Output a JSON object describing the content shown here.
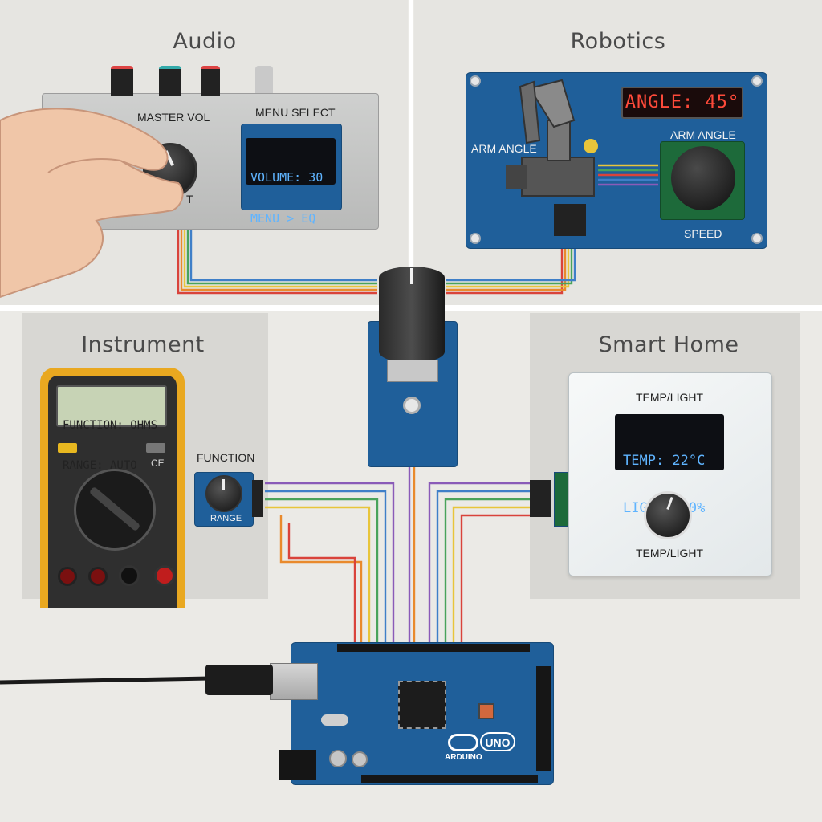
{
  "panels": {
    "audio": {
      "title": "Audio",
      "knob_label": "MASTER VOL",
      "screen_label": "MENU SELECT",
      "screen_lines": [
        "VOLUME: 30",
        "MENU > EQ"
      ],
      "partial_label": "T"
    },
    "robotics": {
      "title": "Robotics",
      "display": "ANGLE: 45°",
      "left_label": "ARM ANGLE",
      "knob_top_label": "ARM ANGLE",
      "knob_bottom_label": "SPEED"
    },
    "instrument": {
      "title": "Instrument",
      "screen_lines": [
        "FUNCTION: OHMS",
        "RANGE: AUTO"
      ],
      "knob_top_label": "FUNCTION",
      "knob_bottom_label": "RANGE",
      "ce_mark": "CE"
    },
    "smart_home": {
      "title": "Smart Home",
      "top_label": "TEMP/LIGHT",
      "screen_lines": [
        "TEMP: 22°C",
        "LIGHT: 60%"
      ],
      "bottom_label": "TEMP/LIGHT"
    }
  },
  "board": {
    "logo_text": "UNO",
    "brand_text": "ARDUINO"
  },
  "colors": {
    "pcb_blue": "#1f5f9a",
    "oled_text": "#5fb4ff",
    "multimeter_yellow": "#e9a820",
    "wire_colors": [
      "#d9433b",
      "#e98a2c",
      "#e8c53a",
      "#49a35b",
      "#3f7fc8",
      "#8a5bb8"
    ]
  },
  "icons": [
    "encoder-knob-icon",
    "hand-icon",
    "robot-arm-icon",
    "arduino-infinity-icon",
    "usb-cable-icon"
  ]
}
